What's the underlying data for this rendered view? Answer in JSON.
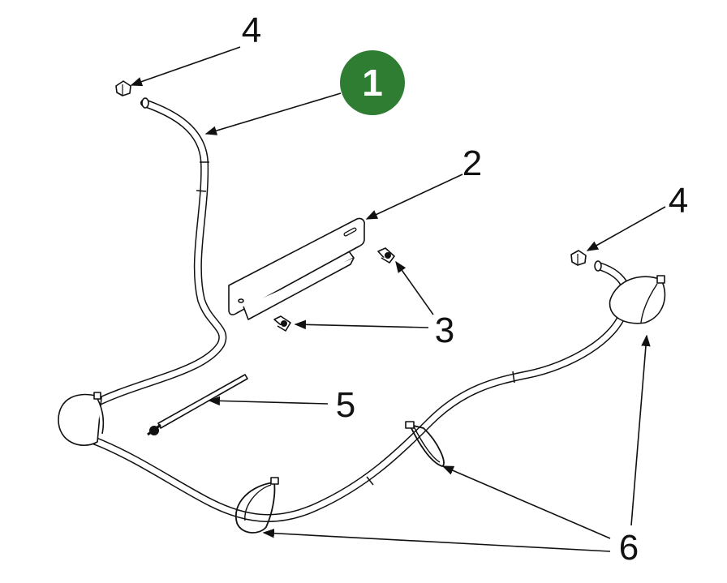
{
  "callouts": {
    "hose_assembly": "1",
    "bracket": "2",
    "bolts": "3",
    "cap_left": "4",
    "cap_right": "4",
    "cable_tie": "5",
    "clamps": "6"
  },
  "colors": {
    "badge": "#2e7d32",
    "line": "#111111",
    "background": "#ffffff"
  }
}
